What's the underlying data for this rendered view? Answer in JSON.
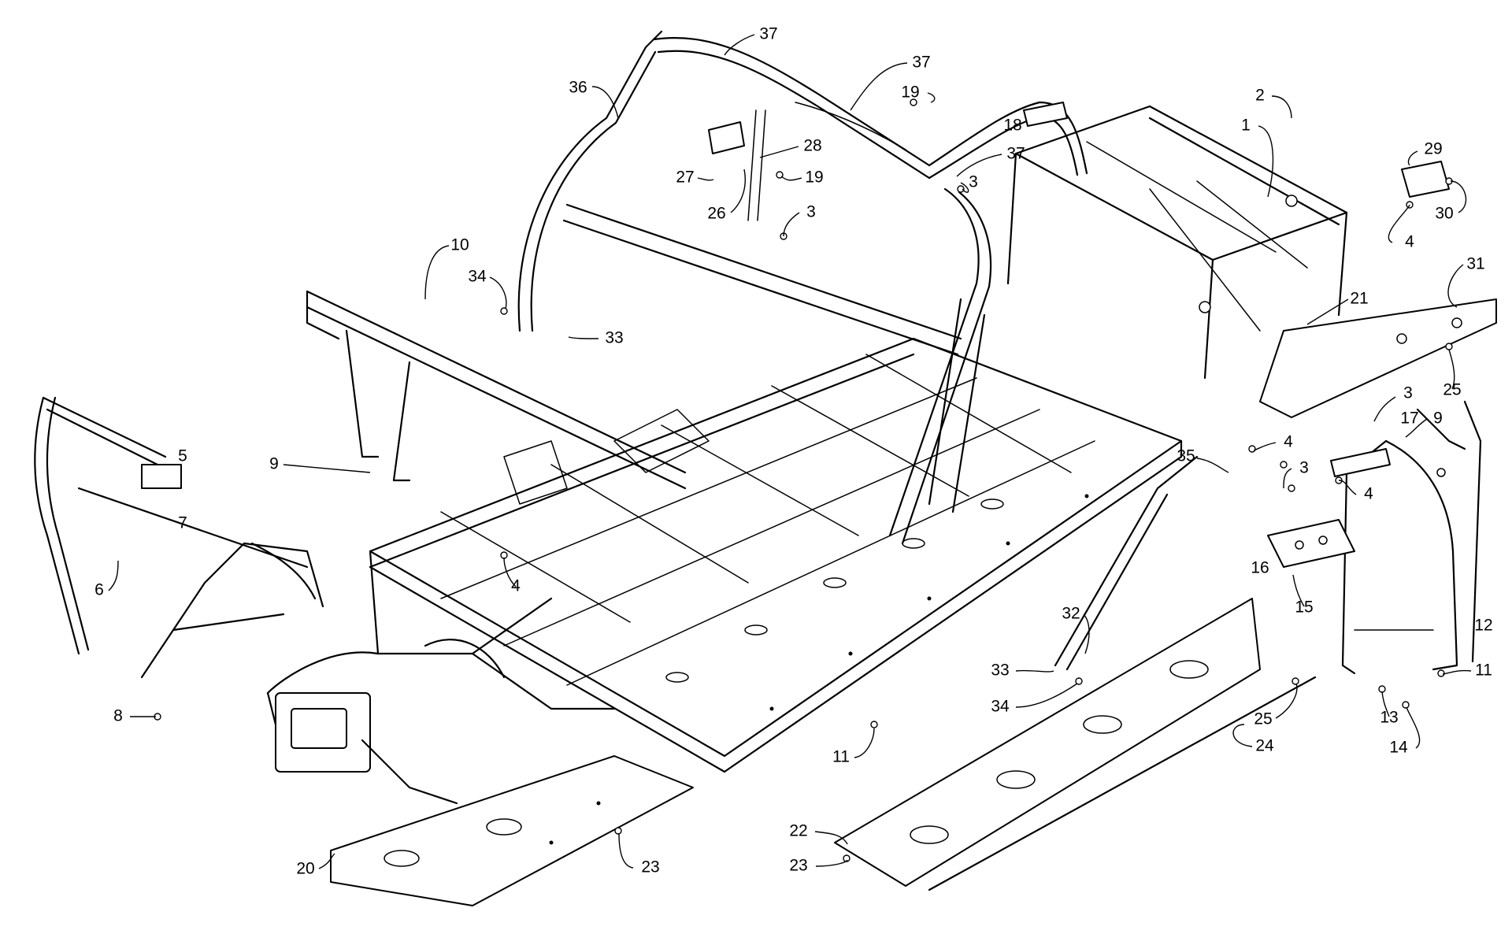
{
  "diagram": {
    "callouts": [
      {
        "id": "c1",
        "label": "1"
      },
      {
        "id": "c2",
        "label": "2"
      },
      {
        "id": "c3a",
        "label": "3"
      },
      {
        "id": "c3b",
        "label": "3"
      },
      {
        "id": "c3c",
        "label": "3"
      },
      {
        "id": "c3d",
        "label": "3"
      },
      {
        "id": "c4a",
        "label": "4"
      },
      {
        "id": "c4b",
        "label": "4"
      },
      {
        "id": "c4c",
        "label": "4"
      },
      {
        "id": "c4d",
        "label": "4"
      },
      {
        "id": "c5",
        "label": "5"
      },
      {
        "id": "c6",
        "label": "6"
      },
      {
        "id": "c7",
        "label": "7"
      },
      {
        "id": "c8",
        "label": "8"
      },
      {
        "id": "c9a",
        "label": "9"
      },
      {
        "id": "c9b",
        "label": "9"
      },
      {
        "id": "c10",
        "label": "10"
      },
      {
        "id": "c11a",
        "label": "11"
      },
      {
        "id": "c11b",
        "label": "11"
      },
      {
        "id": "c12",
        "label": "12"
      },
      {
        "id": "c13",
        "label": "13"
      },
      {
        "id": "c14",
        "label": "14"
      },
      {
        "id": "c15",
        "label": "15"
      },
      {
        "id": "c16",
        "label": "16"
      },
      {
        "id": "c17",
        "label": "17"
      },
      {
        "id": "c18",
        "label": "18"
      },
      {
        "id": "c19a",
        "label": "19"
      },
      {
        "id": "c19b",
        "label": "19"
      },
      {
        "id": "c20",
        "label": "20"
      },
      {
        "id": "c21",
        "label": "21"
      },
      {
        "id": "c22",
        "label": "22"
      },
      {
        "id": "c23a",
        "label": "23"
      },
      {
        "id": "c23b",
        "label": "23"
      },
      {
        "id": "c24",
        "label": "24"
      },
      {
        "id": "c25a",
        "label": "25"
      },
      {
        "id": "c25b",
        "label": "25"
      },
      {
        "id": "c26",
        "label": "26"
      },
      {
        "id": "c27",
        "label": "27"
      },
      {
        "id": "c28",
        "label": "28"
      },
      {
        "id": "c29",
        "label": "29"
      },
      {
        "id": "c30",
        "label": "30"
      },
      {
        "id": "c31",
        "label": "31"
      },
      {
        "id": "c32",
        "label": "32"
      },
      {
        "id": "c33a",
        "label": "33"
      },
      {
        "id": "c33b",
        "label": "33"
      },
      {
        "id": "c34a",
        "label": "34"
      },
      {
        "id": "c34b",
        "label": "34"
      },
      {
        "id": "c35",
        "label": "35"
      },
      {
        "id": "c36",
        "label": "36"
      },
      {
        "id": "c37a",
        "label": "37"
      },
      {
        "id": "c37b",
        "label": "37"
      },
      {
        "id": "c37c",
        "label": "37"
      }
    ]
  }
}
